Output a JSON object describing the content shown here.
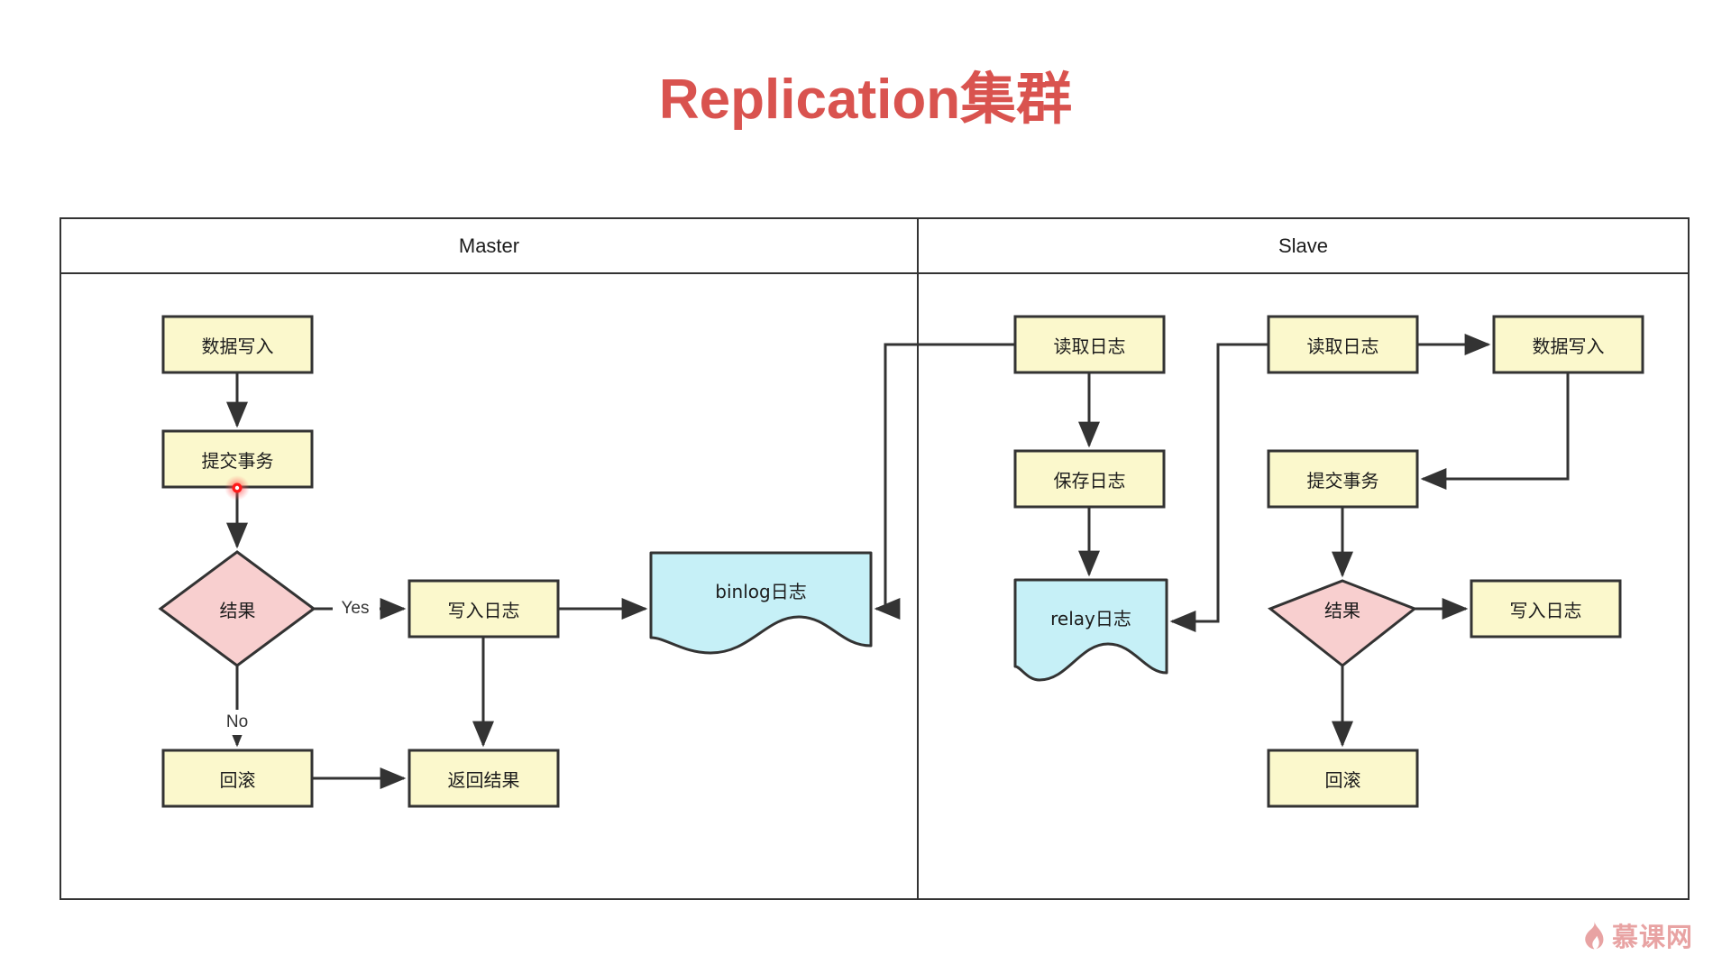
{
  "title": "Replication集群",
  "title_color": "#d9534f",
  "colors": {
    "process_fill": "#fbf8cc",
    "decision_fill": "#f8cfcf",
    "document_fill": "#c6f0f7",
    "stroke": "#333333",
    "marker_red": "#ff0000",
    "watermark": "#e79c9c"
  },
  "lanes": [
    {
      "id": "master",
      "title": "Master"
    },
    {
      "id": "slave",
      "title": "Slave"
    }
  ],
  "master": {
    "nodes": [
      {
        "id": "m-data-write",
        "label": "数据写入",
        "shape": "process"
      },
      {
        "id": "m-commit",
        "label": "提交事务",
        "shape": "process"
      },
      {
        "id": "m-result",
        "label": "结果",
        "shape": "decision"
      },
      {
        "id": "m-write-log",
        "label": "写入日志",
        "shape": "process"
      },
      {
        "id": "m-binlog",
        "label": "binlog日志",
        "shape": "document"
      },
      {
        "id": "m-rollback",
        "label": "回滚",
        "shape": "process"
      },
      {
        "id": "m-return",
        "label": "返回结果",
        "shape": "process"
      }
    ],
    "edge_labels": {
      "yes": "Yes",
      "no": "No"
    }
  },
  "slave": {
    "nodes": [
      {
        "id": "s-read-log-1",
        "label": "读取日志",
        "shape": "process"
      },
      {
        "id": "s-save-log",
        "label": "保存日志",
        "shape": "process"
      },
      {
        "id": "s-relay",
        "label": "relay日志",
        "shape": "document"
      },
      {
        "id": "s-read-log-2",
        "label": "读取日志",
        "shape": "process"
      },
      {
        "id": "s-data-write",
        "label": "数据写入",
        "shape": "process"
      },
      {
        "id": "s-commit",
        "label": "提交事务",
        "shape": "process"
      },
      {
        "id": "s-result",
        "label": "结果",
        "shape": "decision"
      },
      {
        "id": "s-write-log",
        "label": "写入日志",
        "shape": "process"
      },
      {
        "id": "s-rollback",
        "label": "回滚",
        "shape": "process"
      }
    ]
  },
  "watermark": {
    "text": "慕课网"
  }
}
